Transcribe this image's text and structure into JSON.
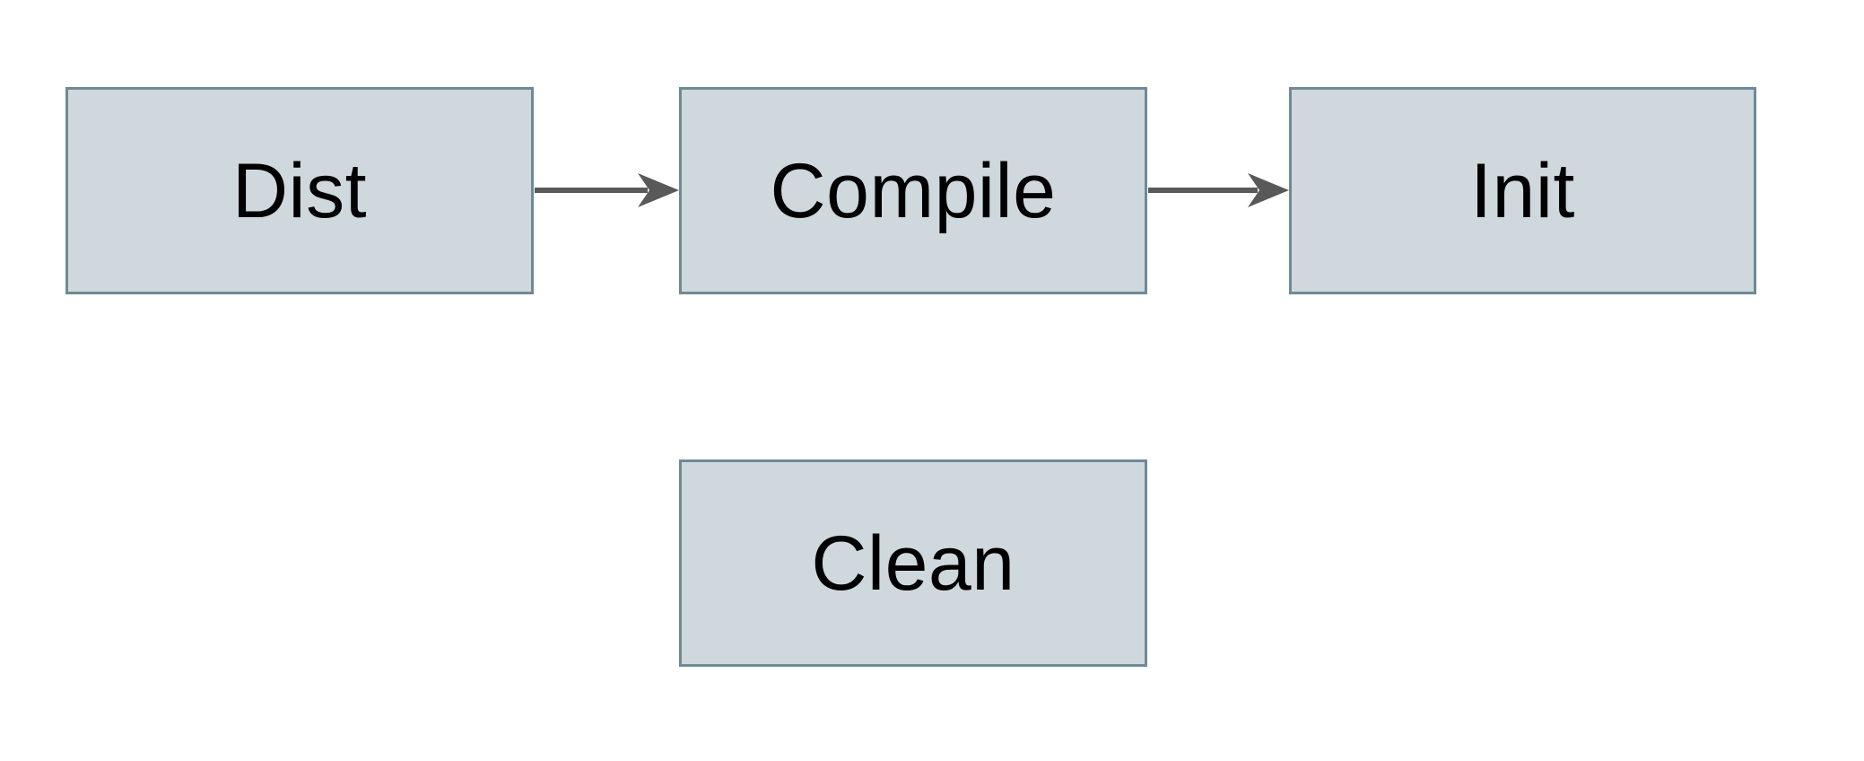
{
  "diagram": {
    "title": "build-targets-flowchart",
    "nodes": [
      {
        "id": "dist",
        "label": "Dist"
      },
      {
        "id": "compile",
        "label": "Compile"
      },
      {
        "id": "init",
        "label": "Init"
      },
      {
        "id": "clean",
        "label": "Clean"
      }
    ],
    "edges": [
      {
        "from": "dist",
        "to": "compile",
        "style": "arrow-right"
      },
      {
        "from": "compile",
        "to": "init",
        "style": "arrow-right"
      }
    ],
    "colors": {
      "node_fill": "#cfd8dc",
      "node_border": "#6f8997",
      "arrow": "#595959",
      "label": "#000000",
      "canvas_bg": "#ffffff"
    }
  }
}
